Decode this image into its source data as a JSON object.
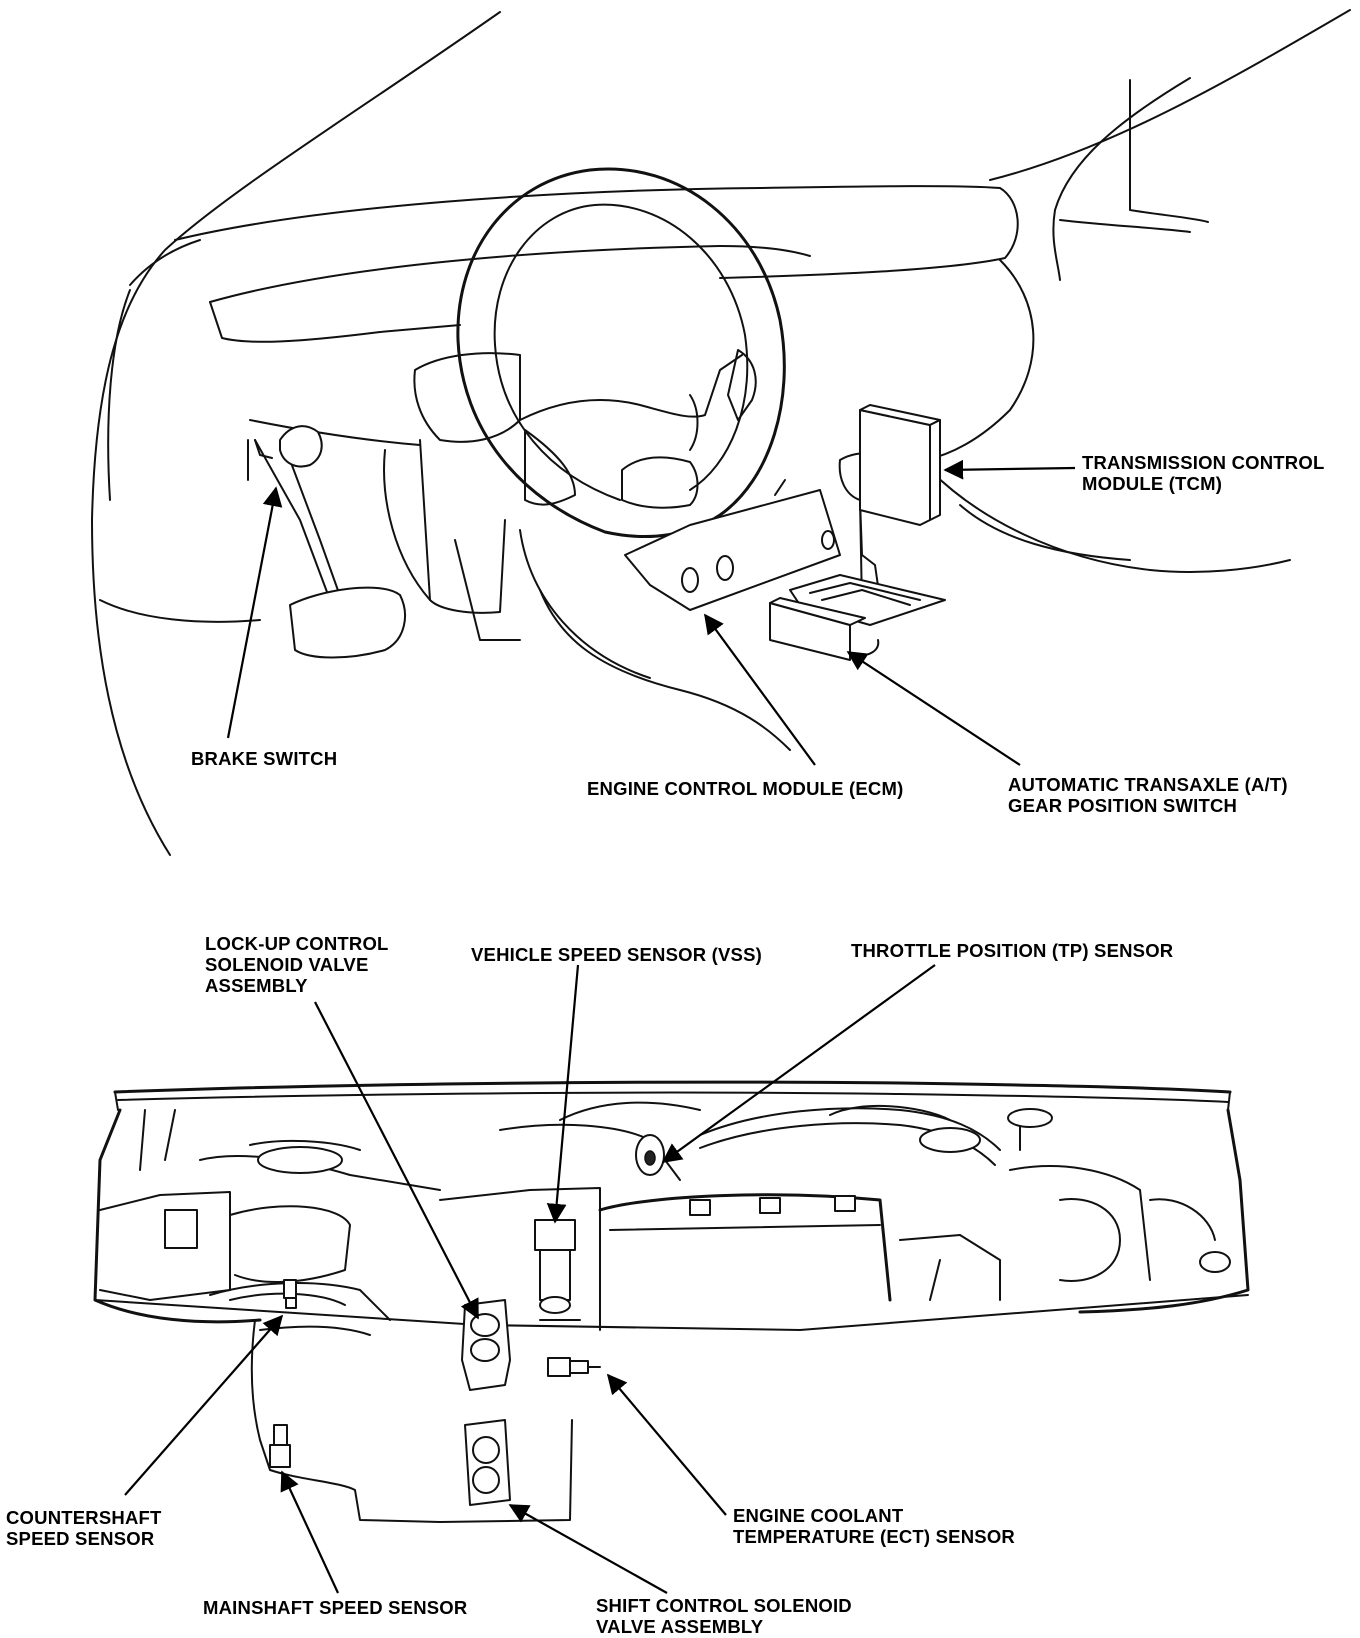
{
  "labels": {
    "tcm": "TRANSMISSION CONTROL\nMODULE (TCM)",
    "brake_switch": "BRAKE SWITCH",
    "ecm": "ENGINE CONTROL MODULE (ECM)",
    "gear_position_switch": "AUTOMATIC TRANSAXLE (A/T)\nGEAR POSITION SWITCH",
    "lockup_solenoid": "LOCK-UP CONTROL\nSOLENOID VALVE\nASSEMBLY",
    "vss": "VEHICLE SPEED SENSOR (VSS)",
    "tp_sensor": "THROTTLE POSITION (TP) SENSOR",
    "countershaft_sensor": "COUNTERSHAFT\nSPEED SENSOR",
    "mainshaft_sensor": "MAINSHAFT SPEED SENSOR",
    "ect_sensor": "ENGINE COOLANT\nTEMPERATURE (ECT) SENSOR",
    "shift_solenoid": "SHIFT CONTROL SOLENOID\nVALVE ASSEMBLY"
  }
}
